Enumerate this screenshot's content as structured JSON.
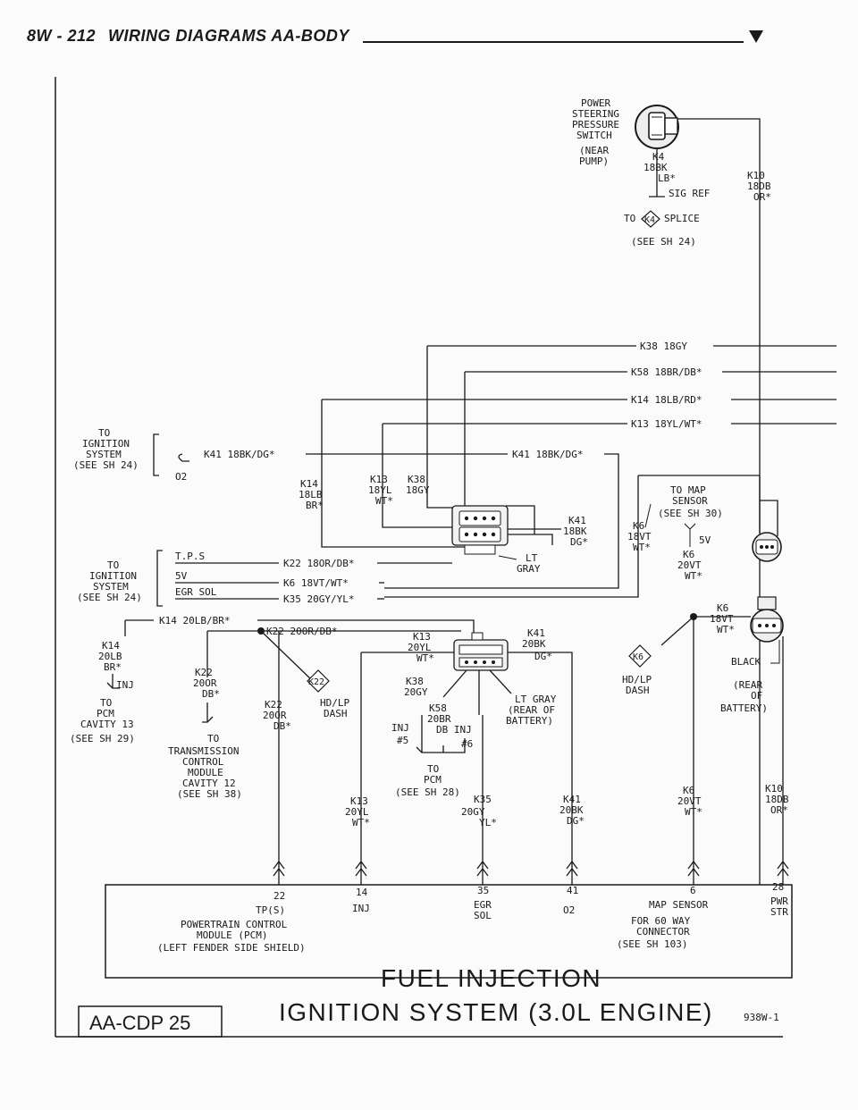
{
  "header": {
    "page": "8W - 212",
    "title": "WIRING DIAGRAMS AA-BODY"
  },
  "title": {
    "line1": "FUEL INJECTION",
    "line2": "IGNITION SYSTEM (3.0L ENGINE)",
    "code": "AA-CDP 25",
    "figure_no": "938W-1"
  },
  "labels": {
    "ps_switch": [
      "POWER",
      "STEERING",
      "PRESSURE",
      "SWITCH",
      "(NEAR",
      "PUMP)"
    ],
    "k4_wire": [
      "K4",
      "18BK",
      "LB*"
    ],
    "sig_ref": "SIG REF",
    "k10_top": [
      "K10",
      "18DB",
      "OR*"
    ],
    "to_splice": [
      "TO",
      "SPLICE"
    ],
    "k4_tag": "K4",
    "see_sh24": "(SEE SH 24)",
    "bus_k38": "K38 18GY",
    "bus_k58": "K58 18BR/DB*",
    "bus_k14": "K14 18LB/RD*",
    "bus_k13": "K13 18YL/WT*",
    "ign_top": [
      "TO",
      "IGNITION",
      "SYSTEM",
      "(SEE SH 24)"
    ],
    "k41_left": "K41 18BK/DG*",
    "k41_mid": "K41 18BK/DG*",
    "o2": "O2",
    "k14_18lb": [
      "K14",
      "18LB",
      "BR*"
    ],
    "k13_18yl": [
      "K13",
      "18YL",
      "WT*"
    ],
    "k38_18gy": [
      "K38",
      "18GY"
    ],
    "k41_18bk": [
      "K41",
      "18BK",
      "DG*"
    ],
    "map_sensor_ref": [
      "TO MAP",
      "SENSOR",
      "(SEE SH 30)"
    ],
    "k6_18vt_a": [
      "K6",
      "18VT",
      "WT*"
    ],
    "five_v_a": "5V",
    "k6_20vt_a": [
      "K6",
      "20VT",
      "WT*"
    ],
    "lt_gray": [
      "LT",
      "GRAY"
    ],
    "ign_mid": [
      "TO",
      "IGNITION",
      "SYSTEM",
      "(SEE SH 24)"
    ],
    "tps": "T.P.S",
    "five_v_b": "5V",
    "egr_sol": "EGR SOL",
    "k22_18or": "K22 18OR/DB*",
    "k6_18vt": "K6 18VT/WT*",
    "k35_20gy": "K35 20GY/YL*",
    "k14_20lb_br": "K14 20LB/BR*",
    "k22_20or_db": "K22 20OR/DB*",
    "k6_18vt_b": [
      "K6",
      "18VT",
      "WT*"
    ],
    "k14_20lb": [
      "K14",
      "20LB",
      "BR*"
    ],
    "inj": "INJ",
    "to_pcm13": [
      "TO",
      "PCM",
      "CAVITY 13",
      "(SEE SH 29)"
    ],
    "k22_20or_a": [
      "K22",
      "20OR",
      "DB*"
    ],
    "to_tcm": [
      "TO",
      "TRANSMISSION",
      "CONTROL",
      "MODULE",
      "CAVITY 12",
      "(SEE SH 38)"
    ],
    "k22_20or_b": [
      "K22",
      "20OR",
      "DB*"
    ],
    "hdlp_dash_a": [
      "HD/LP",
      "DASH"
    ],
    "k22_tag": "K22",
    "k13_20yl": [
      "K13",
      "20YL",
      "WT*"
    ],
    "k38_20gy": [
      "K38",
      "20GY"
    ],
    "k58_20br": [
      "K58",
      "20BR",
      "DB INJ"
    ],
    "inj5": [
      "INJ",
      "#5"
    ],
    "inj6": "#6",
    "to_pcm28": [
      "TO",
      "PCM",
      "(SEE SH 28)"
    ],
    "k41_20bk": [
      "K41",
      "20BK",
      "DG*"
    ],
    "lt_gray_rear": [
      "LT GRAY",
      "(REAR OF",
      "BATTERY)"
    ],
    "k6_tag": "K6",
    "hdlp_dash_b": [
      "HD/LP",
      "DASH"
    ],
    "black": "BLACK",
    "rear_battery": [
      "(REAR",
      "OF",
      "BATTERY)"
    ],
    "k13_bottom": [
      "K13",
      "20YL",
      "WT*"
    ],
    "k35_bottom": [
      "K35",
      "20GY",
      "YL*"
    ],
    "k41_bottom": [
      "K41",
      "20BK",
      "DG*"
    ],
    "k6_bottom": [
      "K6",
      "20VT",
      "WT*"
    ],
    "k10_bottom": [
      "K10",
      "18DB",
      "OR*"
    ]
  },
  "pcm_box": {
    "pins": [
      {
        "num": "22",
        "name": "TP(S)"
      },
      {
        "num": "14",
        "name": "INJ"
      },
      {
        "num": "35",
        "name": "EGR SOL"
      },
      {
        "num": "41",
        "name": "O2"
      },
      {
        "num": "6",
        "name": "MAP SENSOR"
      },
      {
        "num": "28",
        "name": "PWR STR"
      }
    ],
    "name": [
      "POWERTRAIN CONTROL",
      "MODULE (PCM)",
      "(LEFT FENDER SIDE SHIELD)"
    ],
    "connector": [
      "FOR 60 WAY",
      "CONNECTOR",
      "(SEE SH 103)"
    ]
  }
}
